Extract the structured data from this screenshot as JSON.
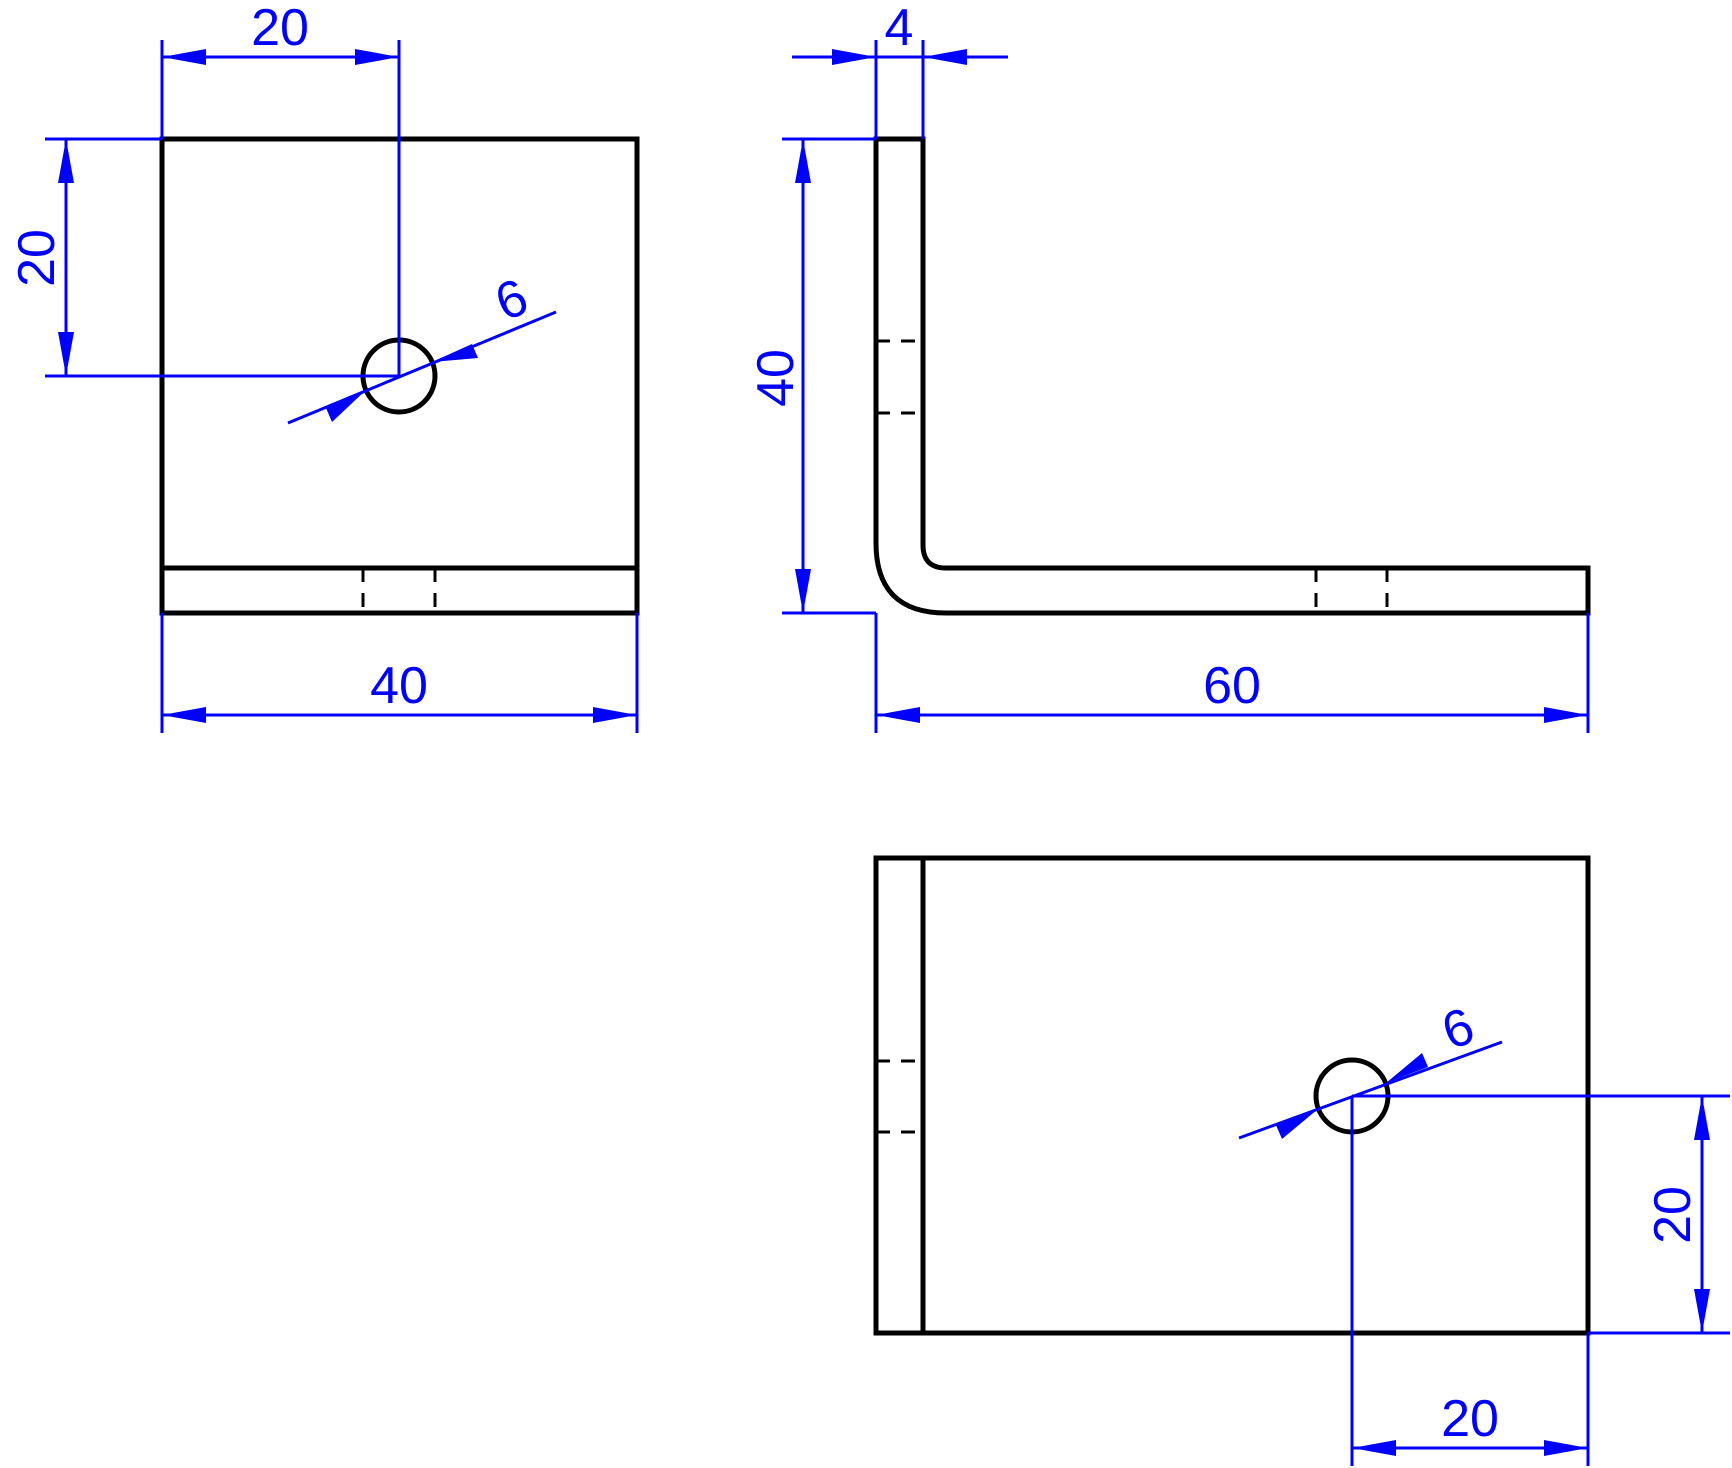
{
  "colors": {
    "geometry": "#000000",
    "dimension": "#0000ff",
    "background": "#ffffff"
  },
  "dimensions": {
    "front_hole_x": "20",
    "front_hole_y": "20",
    "front_hole_dia": "6",
    "front_width": "40",
    "side_thickness": "4",
    "side_height": "40",
    "side_length": "60",
    "top_hole_dia": "6",
    "top_hole_y": "20",
    "top_hole_x": "20"
  }
}
